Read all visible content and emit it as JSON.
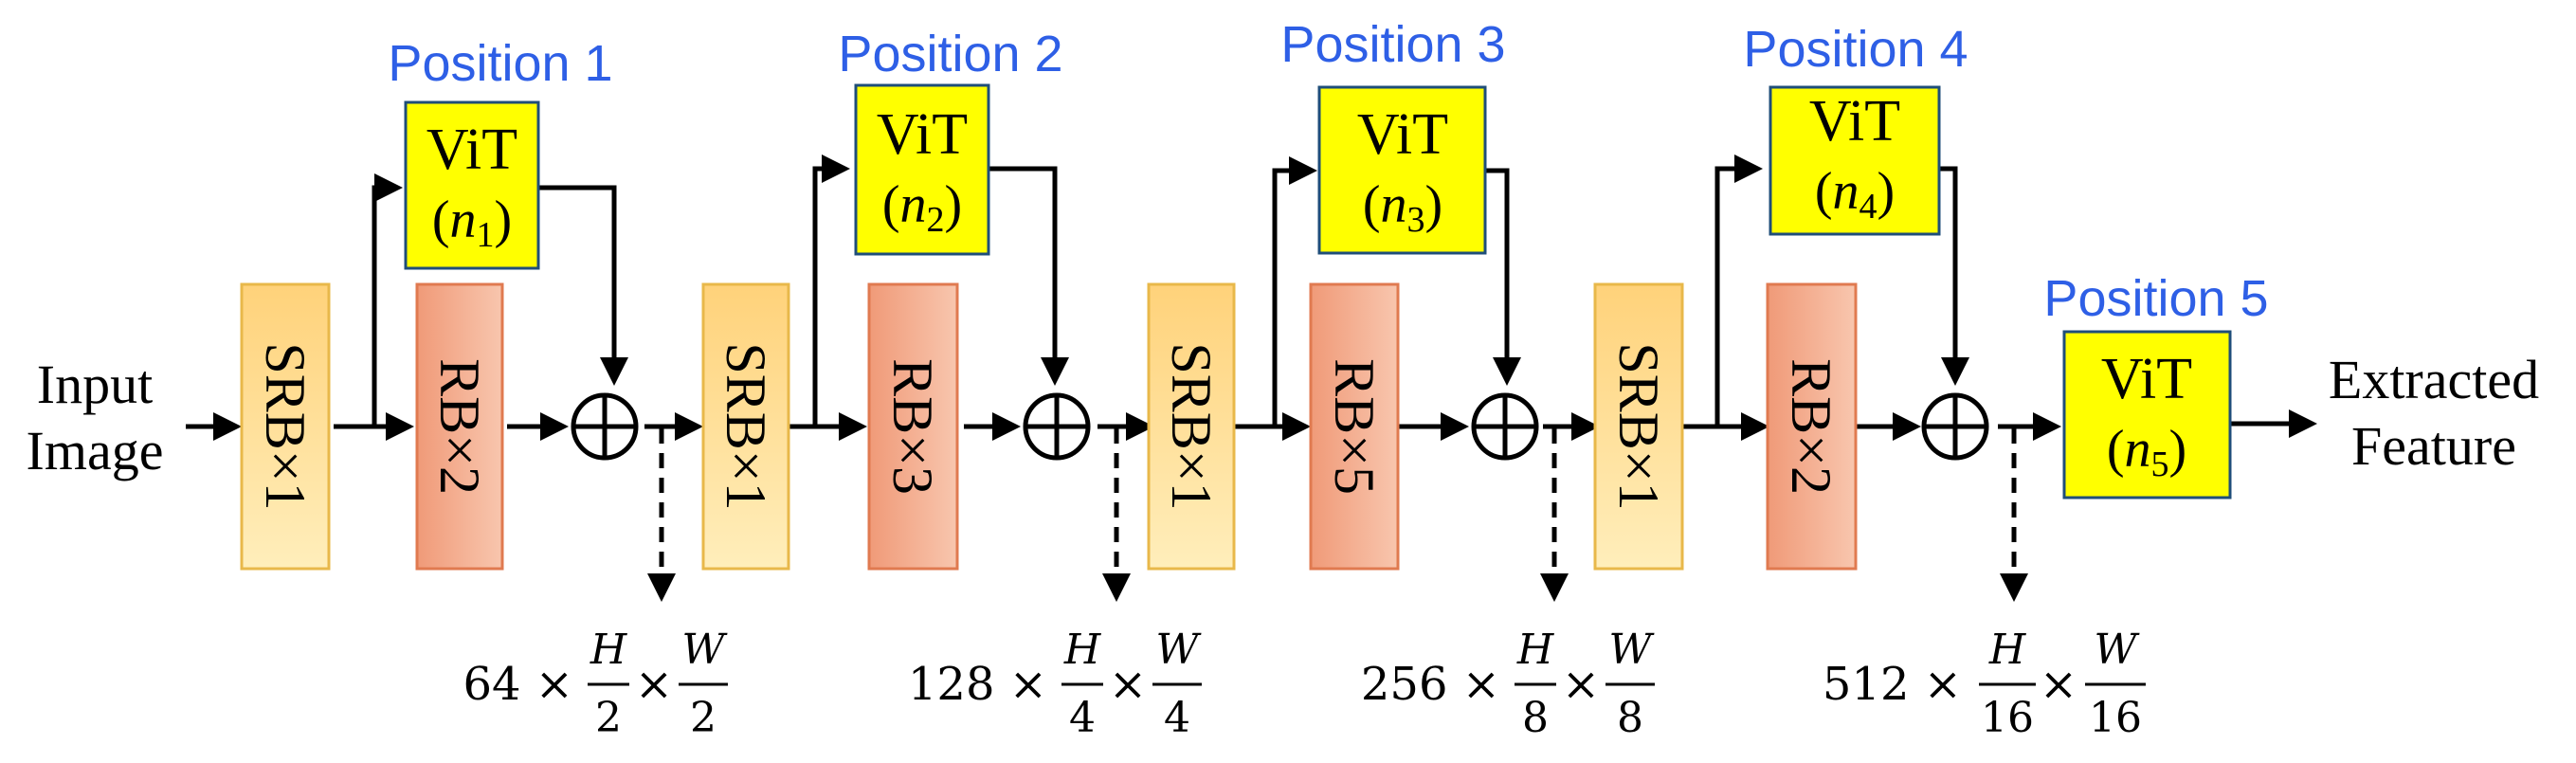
{
  "input_label": [
    "Input",
    "Image"
  ],
  "output_label": [
    "Extracted",
    "Feature"
  ],
  "colors": {
    "position_text": "#2e5fe6",
    "vit_fill": "#ffff00",
    "vit_stroke": "#1f4e79",
    "srb_fill_top": "#ffd27a",
    "srb_fill_bottom": "#ffeebb",
    "srb_stroke": "#e8b84a",
    "rb_fill_top": "#f4a07a",
    "rb_fill_bottom": "#f8c8b0",
    "rb_stroke": "#e07a50"
  },
  "vit_blocks": [
    {
      "position": "Position 1",
      "title": "ViT",
      "n_sub": "1"
    },
    {
      "position": "Position 2",
      "title": "ViT",
      "n_sub": "2"
    },
    {
      "position": "Position 3",
      "title": "ViT",
      "n_sub": "3"
    },
    {
      "position": "Position 4",
      "title": "ViT",
      "n_sub": "4"
    },
    {
      "position": "Position 5",
      "title": "ViT",
      "n_sub": "5"
    }
  ],
  "blocks": [
    {
      "kind": "srb",
      "label": "SRB×1"
    },
    {
      "kind": "rb",
      "label": "RB×2"
    },
    {
      "kind": "srb",
      "label": "SRB×1"
    },
    {
      "kind": "rb",
      "label": "RB×3"
    },
    {
      "kind": "srb",
      "label": "SRB×1"
    },
    {
      "kind": "rb",
      "label": "RB×5"
    },
    {
      "kind": "srb",
      "label": "SRB×1"
    },
    {
      "kind": "rb",
      "label": "RB×2"
    }
  ],
  "outputs": [
    {
      "channels": "64",
      "h_den": "2",
      "w_den": "2"
    },
    {
      "channels": "128",
      "h_den": "4",
      "w_den": "4"
    },
    {
      "channels": "256",
      "h_den": "8",
      "w_den": "8"
    },
    {
      "channels": "512",
      "h_den": "16",
      "w_den": "16"
    }
  ],
  "symbols": {
    "times": "×",
    "H": "H",
    "W": "W",
    "n": "n"
  }
}
